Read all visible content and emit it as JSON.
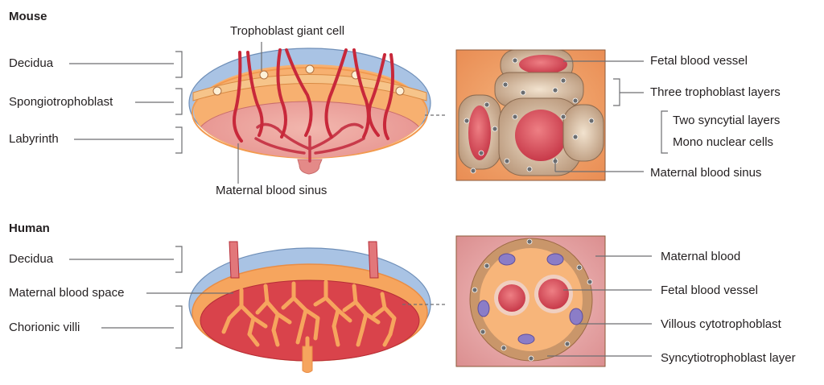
{
  "mouse": {
    "heading": "Mouse",
    "left_labels": {
      "decidua": "Decidua",
      "spongiotrophoblast": "Spongiotrophoblast",
      "labyrinth": "Labyrinth"
    },
    "top_label": "Trophoblast giant cell",
    "bottom_label": "Maternal blood sinus",
    "inset_labels": {
      "fetal_vessel": "Fetal blood vessel",
      "three_layers": "Three trophoblast layers",
      "two_syncytial": "Two syncytial layers",
      "mono_nuclear": "Mono nuclear cells",
      "maternal_sinus": "Maternal blood sinus"
    }
  },
  "human": {
    "heading": "Human",
    "left_labels": {
      "decidua": "Decidua",
      "maternal_space": "Maternal blood space",
      "chorionic_villi": "Chorionic villi"
    },
    "inset_labels": {
      "maternal_blood": "Maternal blood",
      "fetal_vessel": "Fetal blood vessel",
      "cytotrophoblast": "Villous cytotrophoblast",
      "syncytio_layer": "Syncytiotrophoblast layer"
    }
  },
  "colors": {
    "decidua_blue": "#a9c3e4",
    "sponge_orange": "#f5a45c",
    "labyrinth_pink": "#e48a88",
    "vessel_red": "#c8283a",
    "line_gray": "#6d6e71"
  }
}
